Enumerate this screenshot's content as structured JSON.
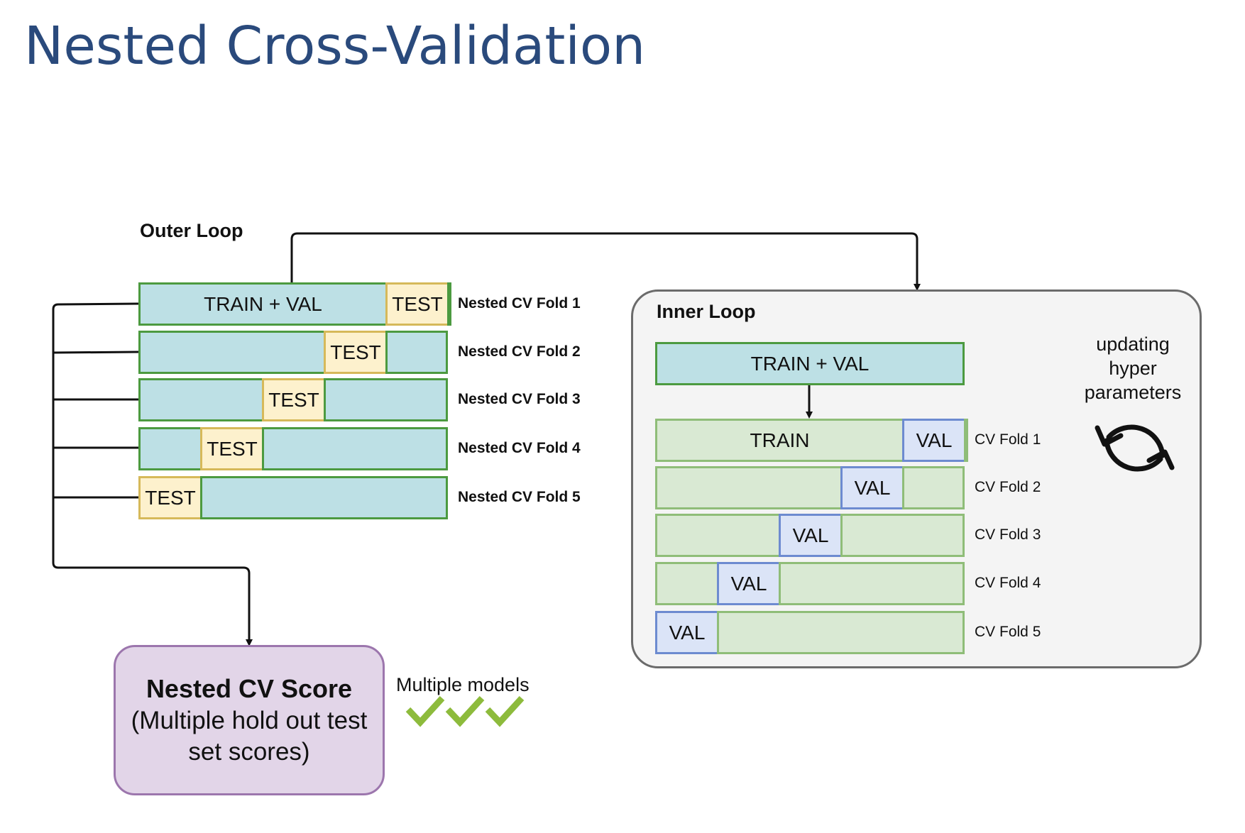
{
  "title": "Nested Cross-Validation",
  "outer": {
    "label": "Outer Loop",
    "train_label": "TRAIN + VAL",
    "test_label": "TEST",
    "folds": [
      {
        "label": "Nested CV Fold 1",
        "test_index": 4
      },
      {
        "label": "Nested CV Fold 2",
        "test_index": 3
      },
      {
        "label": "Nested CV Fold 3",
        "test_index": 2
      },
      {
        "label": "Nested CV Fold 4",
        "test_index": 1
      },
      {
        "label": "Nested CV Fold 5",
        "test_index": 0
      }
    ]
  },
  "inner": {
    "label": "Inner Loop",
    "trainval_label": "TRAIN + VAL",
    "train_label": "TRAIN",
    "val_label": "VAL",
    "folds": [
      {
        "label": "CV Fold 1",
        "val_index": 4
      },
      {
        "label": "CV Fold 2",
        "val_index": 3
      },
      {
        "label": "CV Fold 3",
        "val_index": 2
      },
      {
        "label": "CV Fold 4",
        "val_index": 1
      },
      {
        "label": "CV Fold 5",
        "val_index": 0
      }
    ],
    "update_note": [
      "updating",
      "hyper",
      "parameters"
    ]
  },
  "score": {
    "title": "Nested CV Score",
    "subtitle_lines": [
      "(Multiple hold out test",
      "set scores)"
    ]
  },
  "models": {
    "label": "Multiple models",
    "check_count": 3
  },
  "colors": {
    "title": "#2a4a7c",
    "train_fill": "#bde0e5",
    "train_border": "#4c9a40",
    "test_fill": "#fdf1cd",
    "test_border": "#d6b95a",
    "inner_fill": "#d9e9d3",
    "inner_border": "#8fbd78",
    "val_fill": "#dbe4f7",
    "val_border": "#6d8bd0",
    "score_fill": "#e2d5e8",
    "score_border": "#9c76ad",
    "check": "#8dbb3c"
  },
  "icons": [
    "refresh-cycle-icon",
    "checkmark-icon",
    "arrow-down-icon"
  ]
}
